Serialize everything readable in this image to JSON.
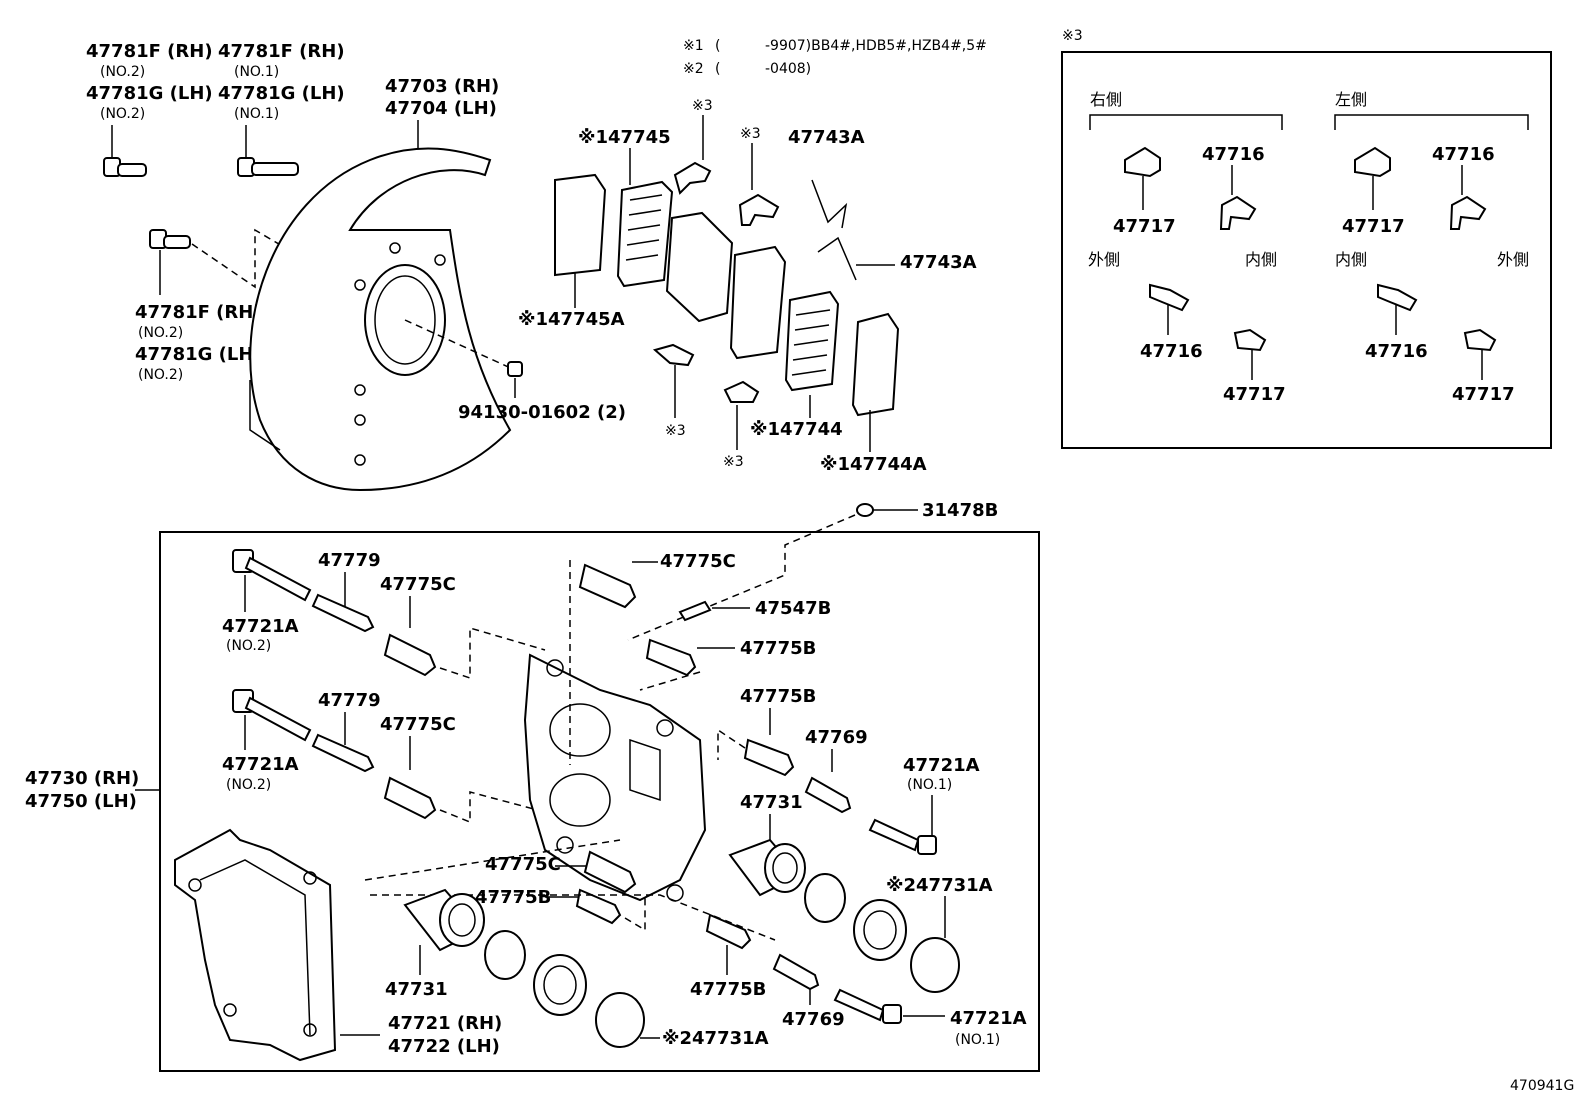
{
  "notes": {
    "n1_mark": "※1",
    "n1_open": "(",
    "n1_text": "-9907)BB4#,HDB5#,HZB4#,5#",
    "n2_mark": "※2",
    "n2_open": "(",
    "n2_text": "-0408)"
  },
  "inset": {
    "title": "※3",
    "right_side": "右側",
    "left_side": "左側",
    "outer": "外側",
    "inner": "内側",
    "p47716": "47716",
    "p47717": "47717"
  },
  "labels": {
    "p47781F_RH": "47781F (RH)",
    "p47781F_RH_2": "47781F (RH)",
    "no2": "(NO.2)",
    "no1": "(NO.1)",
    "p47781G_LH": "47781G (LH)",
    "p47781G_LH_2": "47781G (LH)",
    "p47703": "47703 (RH)",
    "p47704": "47704 (LH)",
    "p47781F_RH_3": "47781F (RH)",
    "p47781G_LH_3": "47781G (LH)",
    "p94130": "94130-01602 (2)",
    "p47745": "※147745",
    "p47745A": "※147745A",
    "mark3": "※3",
    "p47743A": "47743A",
    "p47744": "※147744",
    "p47744A": "※147744A",
    "p31478B": "31478B",
    "p47779": "47779",
    "p47775C": "47775C",
    "p47721A": "47721A",
    "p47547B": "47547B",
    "p47775B": "47775B",
    "p47769": "47769",
    "p47730": "47730 (RH)",
    "p47750": "47750 (LH)",
    "p47731": "47731",
    "p47731A": "※247731A",
    "p47721": "47721 (RH)",
    "p47722": "47722 (LH)",
    "diagram_code": "470941G"
  }
}
